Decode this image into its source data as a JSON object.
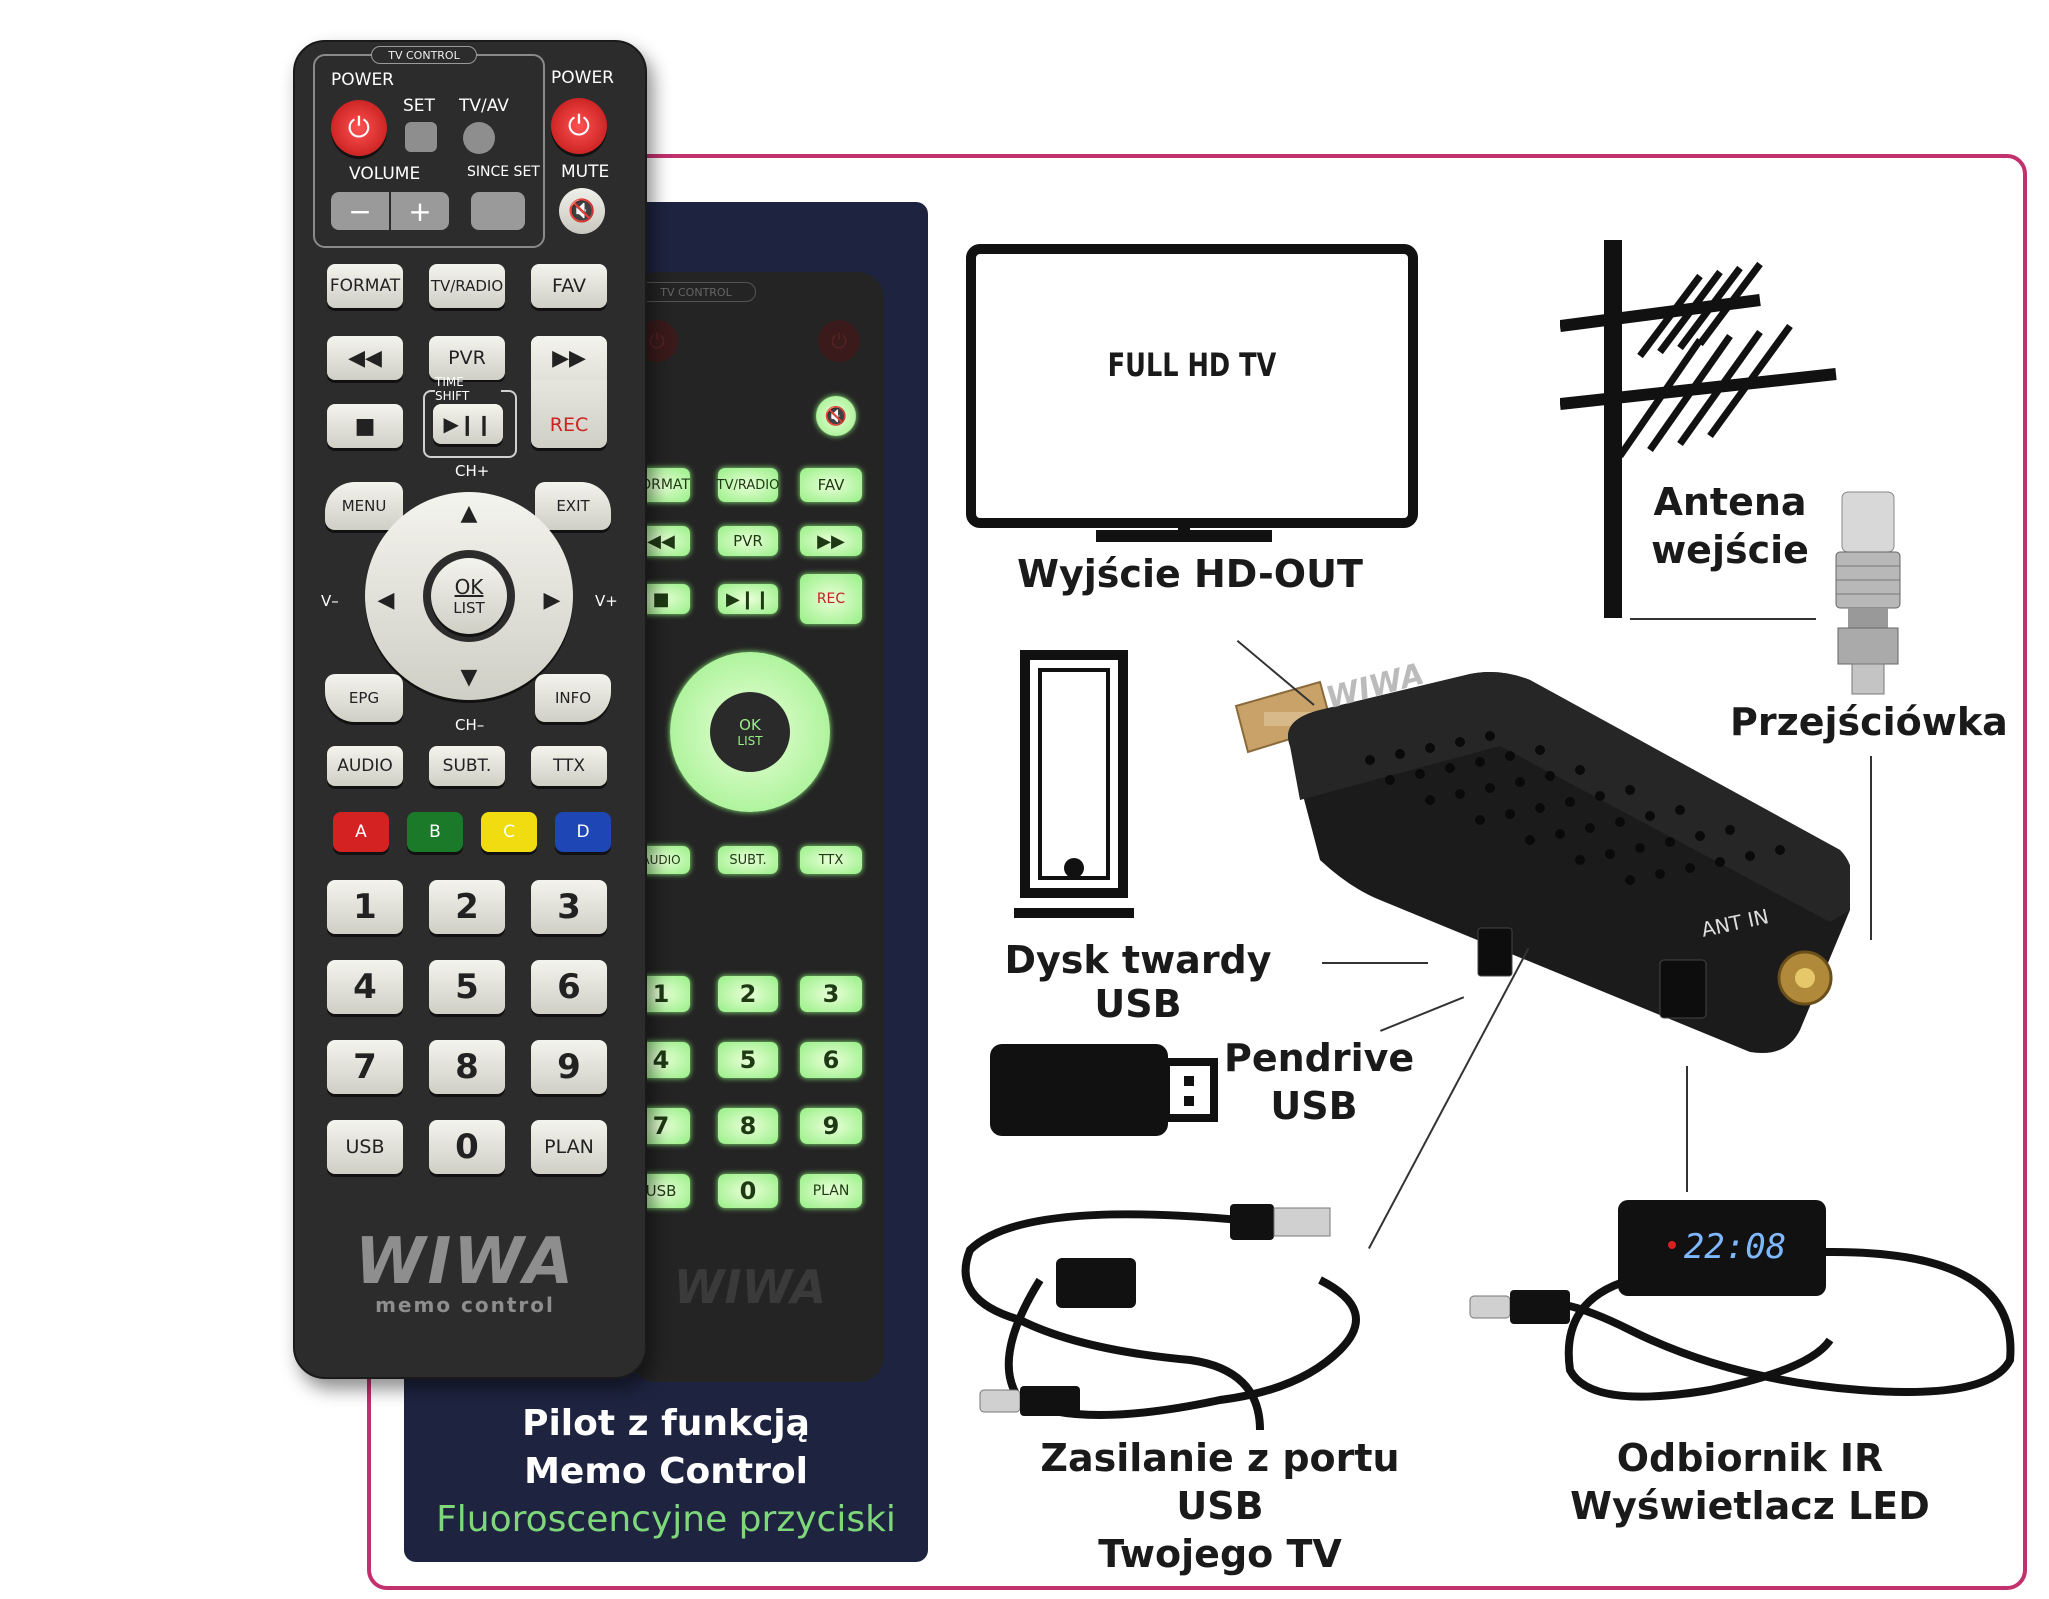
{
  "remote": {
    "tv_control": "TV CONTROL",
    "power": "POWER",
    "set": "SET",
    "tvav": "TV/AV",
    "volume": "VOLUME",
    "since_set": "SINCE SET",
    "mute": "MUTE",
    "format": "FORMAT",
    "tvradio": "TV/RADIO",
    "fav": "FAV",
    "pvr": "PVR",
    "time_shift": "TIME SHIFT",
    "rec": "REC",
    "ch_plus": "CH+",
    "ch_minus": "CH–",
    "menu": "MENU",
    "exit": "EXIT",
    "v_minus": "V–",
    "v_plus": "V+",
    "ok": "OK",
    "list": "LIST",
    "epg": "EPG",
    "info": "INFO",
    "audio": "AUDIO",
    "subt": "SUBT.",
    "ttx": "TTX",
    "color_a": "A",
    "color_b": "B",
    "color_c": "C",
    "color_d": "D",
    "digits": [
      "1",
      "2",
      "3",
      "4",
      "5",
      "6",
      "7",
      "8",
      "9"
    ],
    "usb": "USB",
    "zero": "0",
    "plan": "PLAN",
    "brand": "WIWA",
    "brand_sub": "memo control"
  },
  "remote_caption": {
    "line1": "Pilot z funkcją",
    "line2": "Memo Control",
    "line3": "Fluoroscencyjne przyciski"
  },
  "tv": {
    "screen_text": "FULL HD TV",
    "label": "Wyjście HD-OUT"
  },
  "antenna": {
    "label_line1": "Antena",
    "label_line2": "wejście"
  },
  "adapter": {
    "label": "Przejściówka"
  },
  "hdd": {
    "label": "Dysk twardy USB"
  },
  "pendrive": {
    "label_line1": "Pendrive",
    "label_line2": "USB"
  },
  "device": {
    "brand": "WIWA",
    "port_label": "ANT IN"
  },
  "usb_cable": {
    "label_line1": "Zasilanie z portu USB",
    "label_line2": "Twojego TV"
  },
  "ir": {
    "display": "22:08",
    "label_line1": "Odbiornik IR",
    "label_line2": "Wyświetlacz LED"
  },
  "colors": {
    "frame": "#c2306e",
    "navy": "#1e2440",
    "glow": "#97ef86",
    "caption_green": "#7ed87a",
    "red": "#d82020",
    "led": "#7fb8ff"
  }
}
